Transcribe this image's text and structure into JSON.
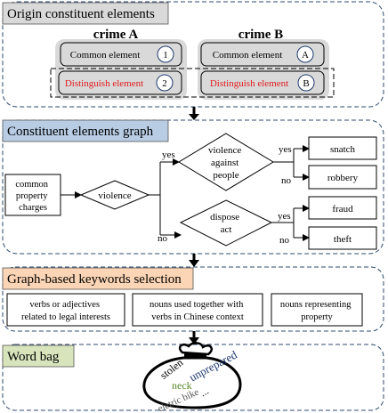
{
  "sections": {
    "s1": "Origin constituent elements",
    "s2": "Constituent elements graph",
    "s3": "Graph-based keywords selection",
    "s4": "Word bag"
  },
  "section_colors": {
    "s1": "#d9d9d9",
    "s2": "#b8cce4",
    "s3": "#fbd5b5",
    "s4": "#d7e4bc"
  },
  "crimes": {
    "a_title": "crime A",
    "b_title": "crime B",
    "common_label": "Common element",
    "distinguish_label": "Distinguish element",
    "badge_a1": "1",
    "badge_a2": "2",
    "badge_b1": "A",
    "badge_b2": "B"
  },
  "graph": {
    "start": [
      "common",
      "property",
      "charges"
    ],
    "violence": "violence",
    "vap": [
      "violence",
      "against",
      "people"
    ],
    "dispose": [
      "dispose",
      "act"
    ],
    "yes": "yes",
    "no": "no",
    "snatch": "snatch",
    "robbery": "robbery",
    "fraud": "fraud",
    "theft": "theft"
  },
  "keywords": {
    "k1": [
      "verbs or adjectives",
      "related to legal interests"
    ],
    "k2": [
      "nouns used together with",
      "verbs  in Chinese context"
    ],
    "k3": [
      "nouns representing",
      "property"
    ]
  },
  "bag_words": {
    "stolen": "stolen",
    "unprepared": "unprepared",
    "neck": "neck",
    "electric_bike": "eletric bike",
    "dots": "..."
  }
}
